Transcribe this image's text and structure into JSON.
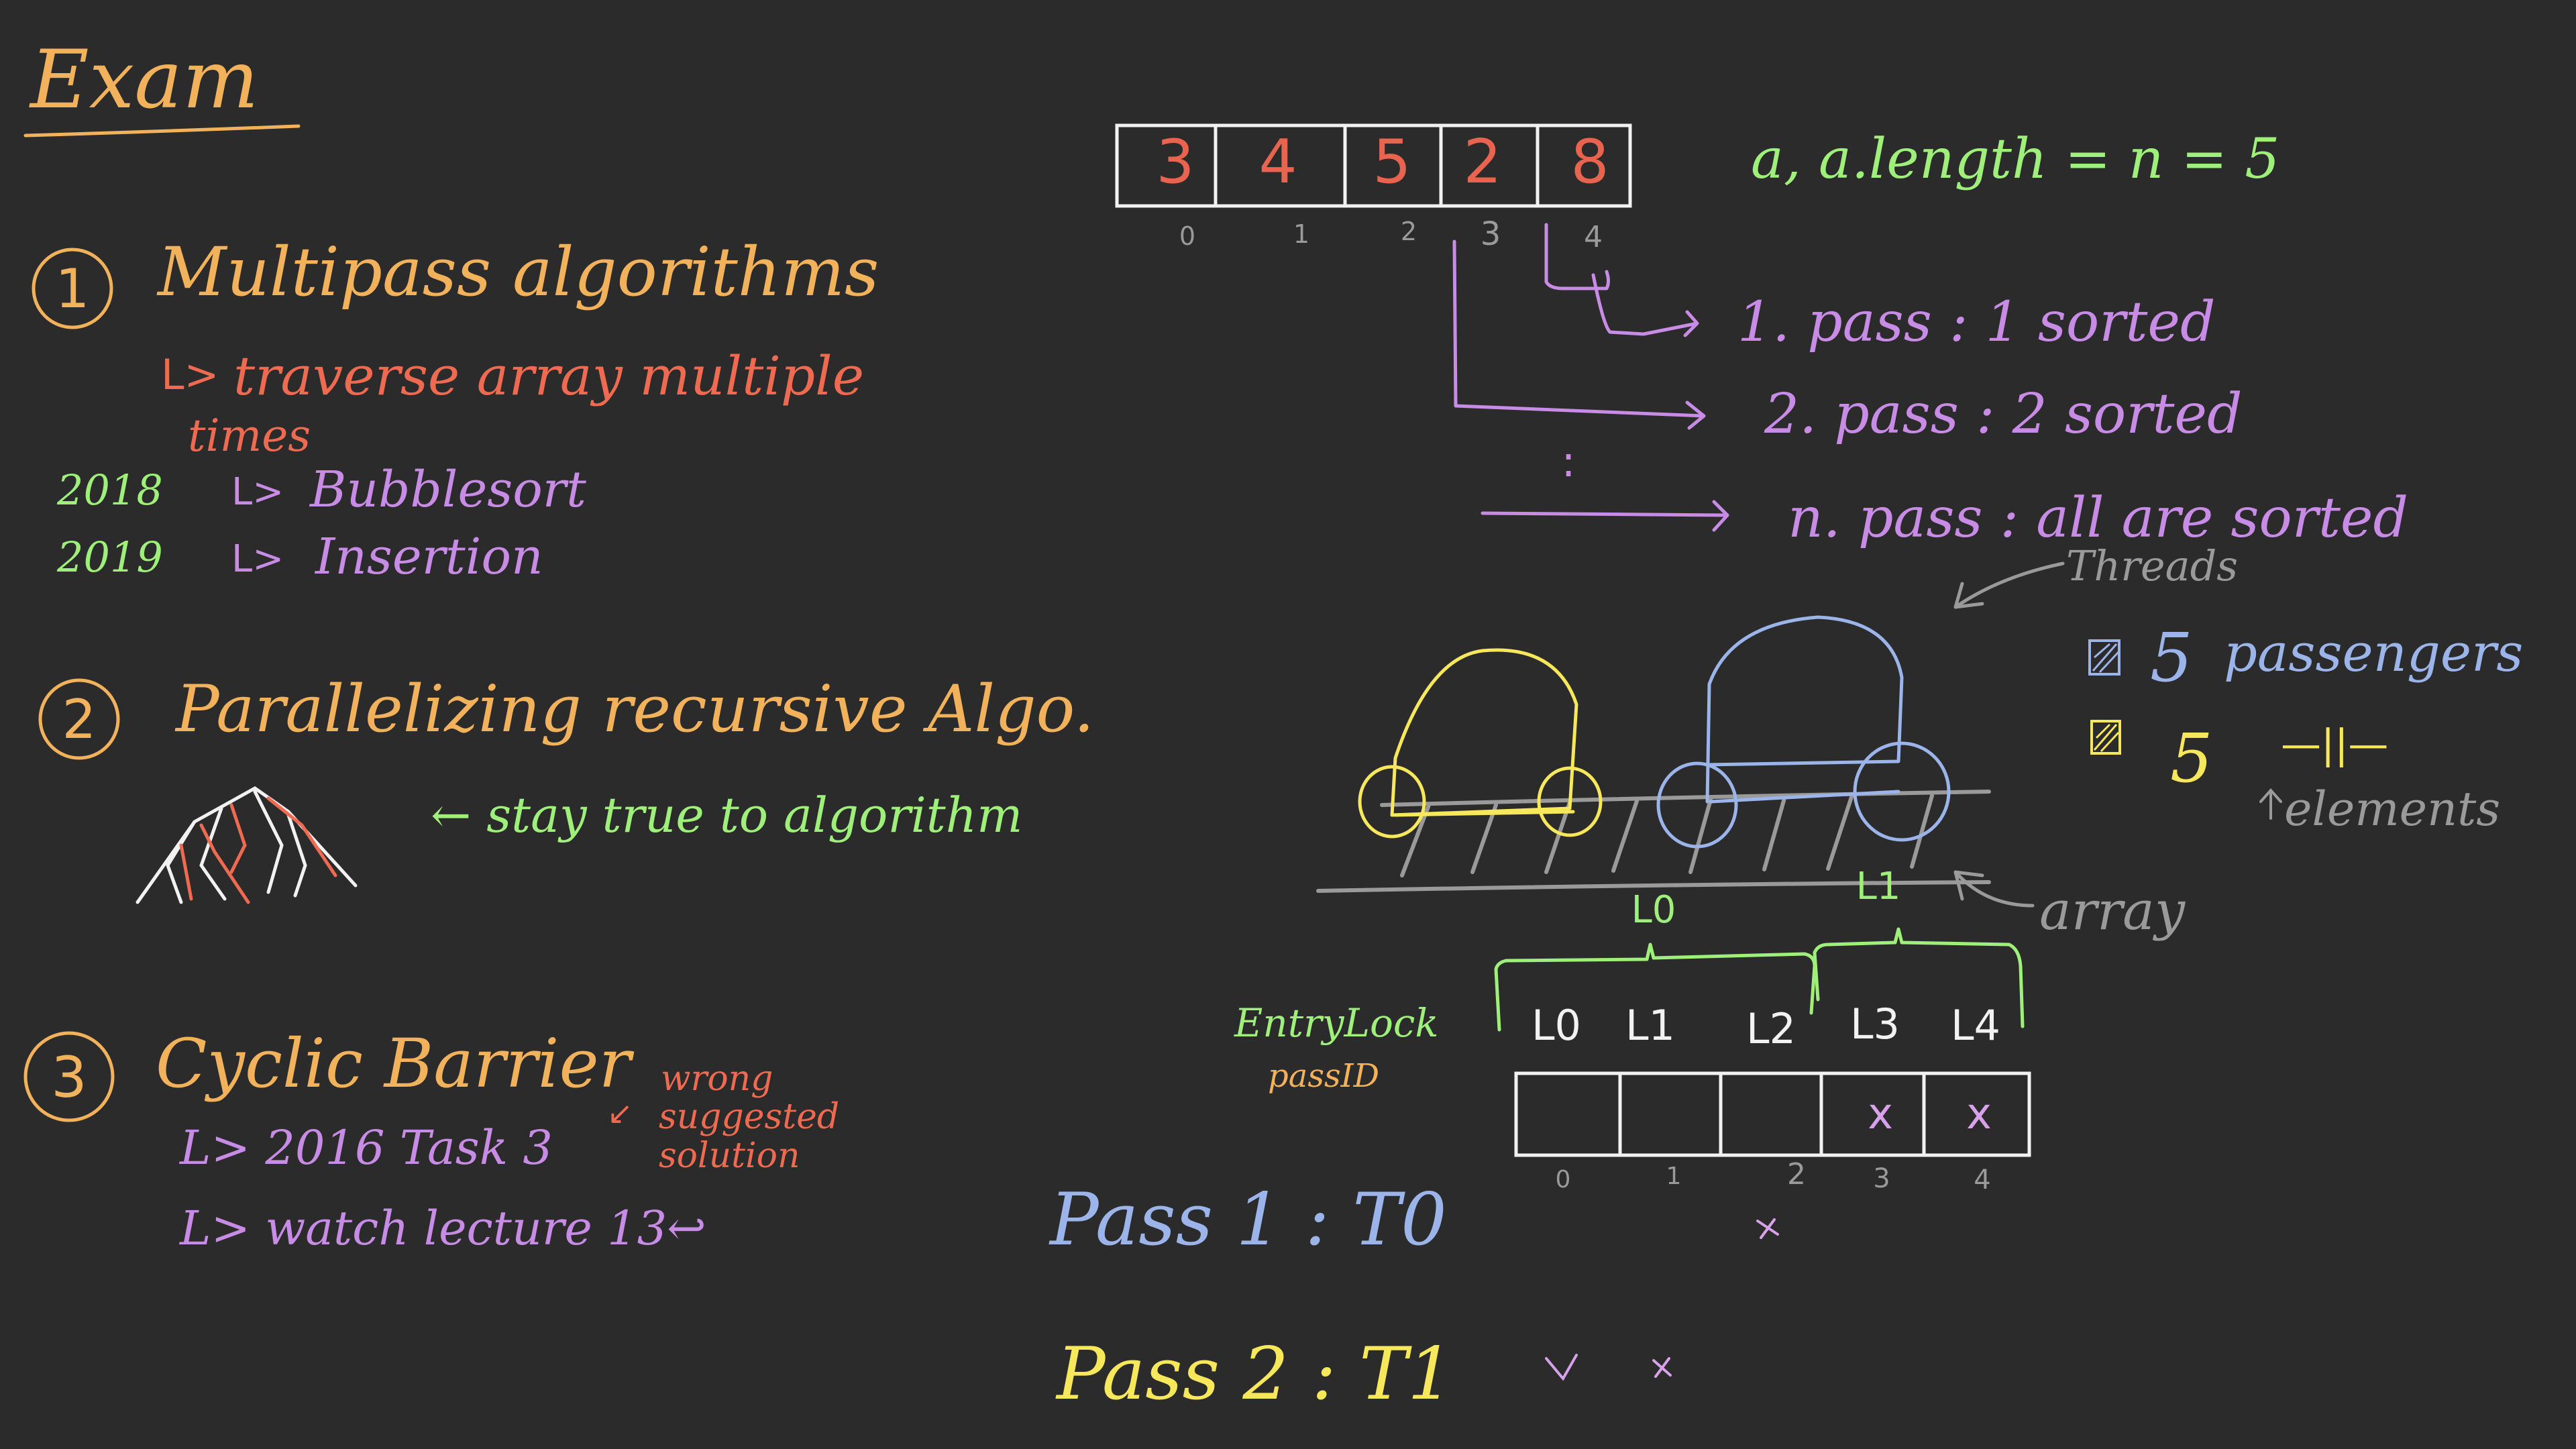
{
  "colors": {
    "background": "#2b2b2b",
    "orange": "#f2b25c",
    "red": "#ee6a50",
    "purple": "#c88ce6",
    "green": "#9ef07a",
    "white": "#f2f2f2",
    "blue": "#9bb4ea",
    "yellow": "#f6e85a",
    "gray": "#9a9a9a",
    "pink": "#d7a2ea",
    "cell_red": "#e8644f"
  },
  "title": "Exam",
  "section1": {
    "number": "1",
    "heading": "Multipass algorithms",
    "sub_arrow": "L>",
    "sub_line1": "traverse array multiple",
    "sub_line2": "times",
    "items": [
      {
        "year": "2018",
        "arrow": "L>",
        "label": "Bubblesort"
      },
      {
        "year": "2019",
        "arrow": "L>",
        "label": "Insertion"
      }
    ]
  },
  "section2": {
    "number": "2",
    "heading": "Parallelizing recursive Algo.",
    "note": "← stay true to algorithm"
  },
  "section3": {
    "number": "3",
    "heading": "Cyclic Barrier",
    "line1": "L> 2016 Task 3",
    "line1_arrow": "↙",
    "side_note": [
      "wrong",
      "suggested",
      "solution"
    ],
    "line2": "L> watch lecture 13↩"
  },
  "array_top": {
    "cells": [
      "3",
      "4",
      "5",
      "2",
      "8"
    ],
    "indices": [
      "0",
      "1",
      "2",
      "3",
      "4"
    ],
    "label": "a, a.length = n = 5",
    "passes": [
      "1. pass : 1 sorted",
      "2. pass : 2 sorted",
      "n. pass : all are sorted"
    ],
    "dots": ":"
  },
  "trains": {
    "threads_label": "Threads",
    "legend": [
      {
        "icon": "blue-sticky-icon",
        "count": "5",
        "label": "passengers"
      },
      {
        "icon": "yellow-sticky-icon",
        "count": "5",
        "label": "—||—"
      }
    ],
    "elements_label": "elements",
    "array_label": "array",
    "lock_labels": [
      "L0",
      "L1"
    ]
  },
  "array_bottom": {
    "entry_lock": "EntryLock",
    "pass_id": "passID",
    "locks": [
      "L0",
      "L1",
      "L2",
      "L3",
      "L4"
    ],
    "cells": [
      "",
      "",
      "",
      "x",
      "x"
    ],
    "indices": [
      "0",
      "1",
      "2",
      "3",
      "4"
    ],
    "pass1": "Pass 1 : T0",
    "pass2": "Pass 2 : T1"
  }
}
